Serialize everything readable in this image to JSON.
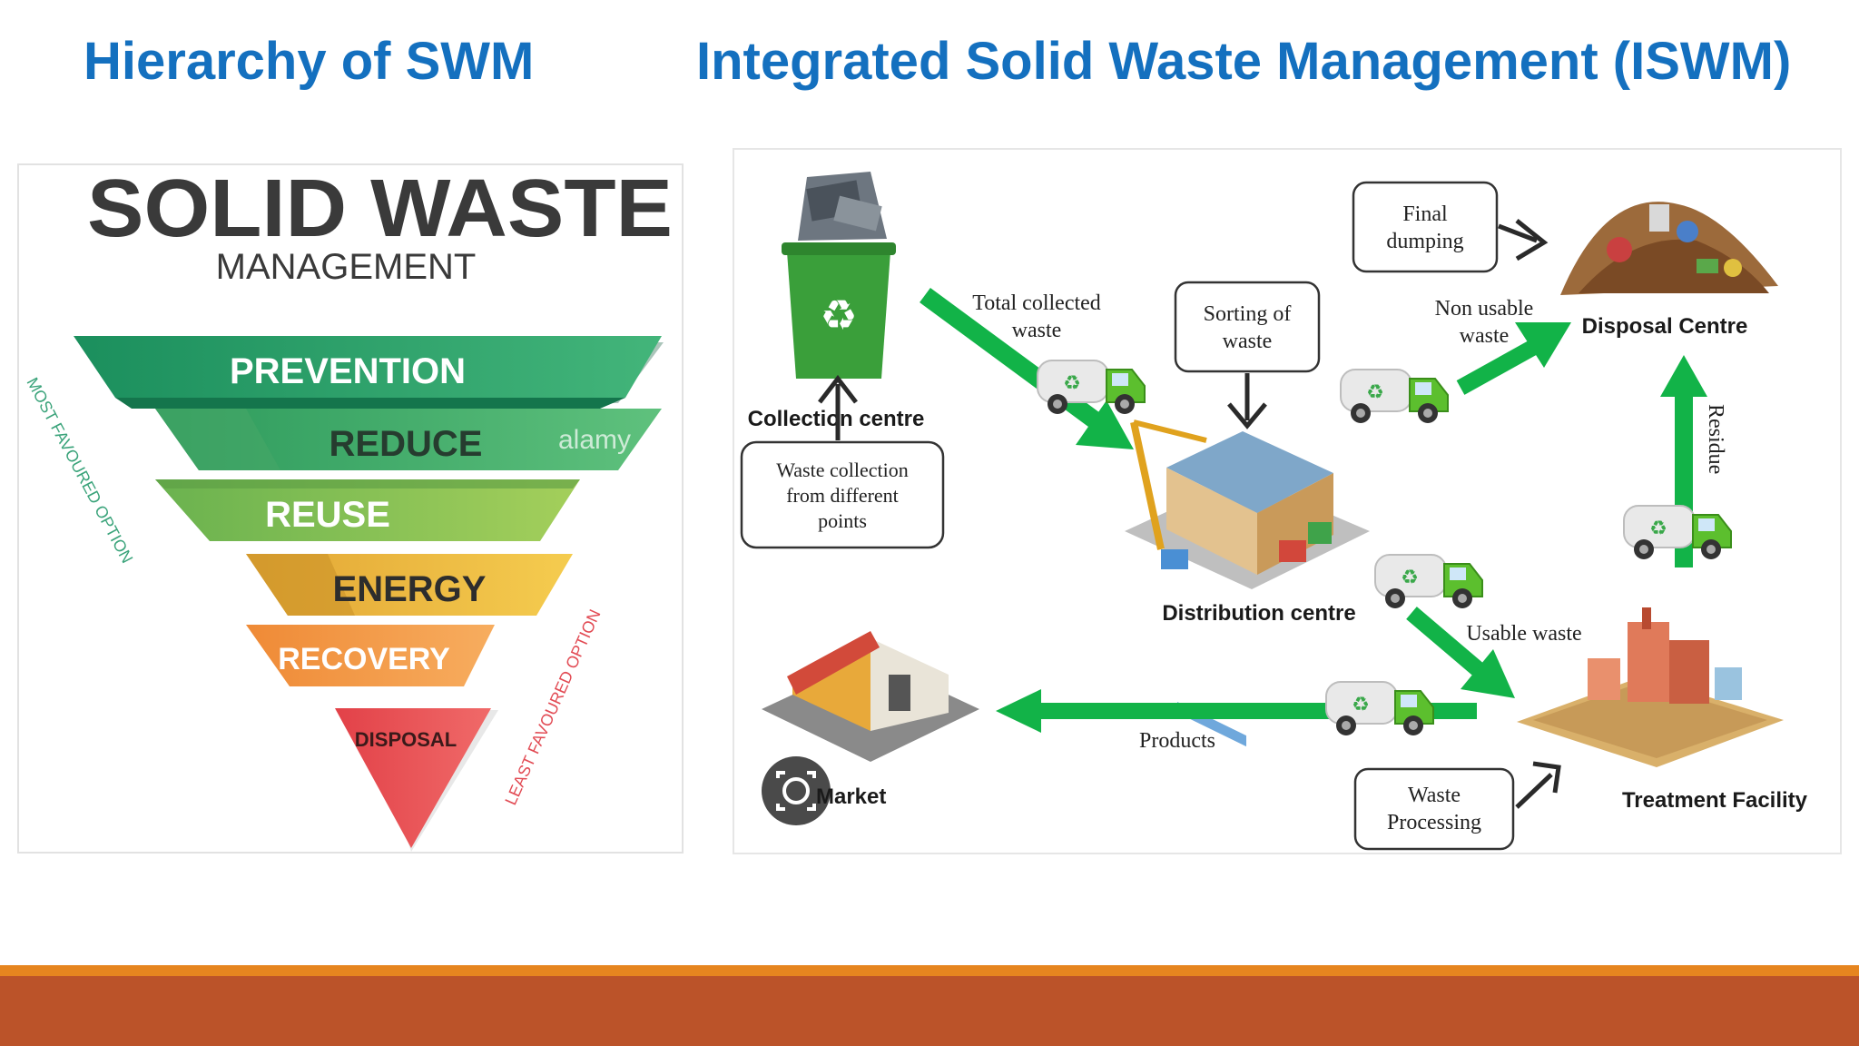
{
  "slide": {
    "left_heading": "Hierarchy of SWM",
    "right_heading": "Integrated Solid Waste Management (ISWM)",
    "colors": {
      "heading": "#1470bf",
      "bar_thin": "#e6851f",
      "bar_thick": "#bb5329",
      "arrow_green": "#12b348"
    }
  },
  "hierarchy": {
    "title_main": "SOLID WASTE",
    "title_sub": "MANAGEMENT",
    "levels": [
      "PREVENTION",
      "REDUCE",
      "REUSE",
      "ENERGY",
      "RECOVERY",
      "DISPOSAL"
    ],
    "side_label_top": "MOST FAVOURED OPTION",
    "side_label_bottom": "LEAST FAVOURED OPTION",
    "watermark": "alamy"
  },
  "iswm": {
    "nodes": {
      "collection": "Collection centre",
      "distribution": "Distribution centre",
      "disposal": "Disposal Centre",
      "treatment": "Treatment Facility",
      "market": "Market"
    },
    "boxes": {
      "waste_collection": [
        "Waste collection",
        "from different",
        "points"
      ],
      "sorting": [
        "Sorting of",
        "waste"
      ],
      "final_dumping": [
        "Final",
        "dumping"
      ],
      "waste_processing": [
        "Waste",
        "Processing"
      ]
    },
    "labels": {
      "total_collected": [
        "Total collected",
        "waste"
      ],
      "non_usable": [
        "Non usable",
        "waste"
      ],
      "usable": "Usable waste",
      "products": "Products",
      "residue": "Residue"
    }
  }
}
